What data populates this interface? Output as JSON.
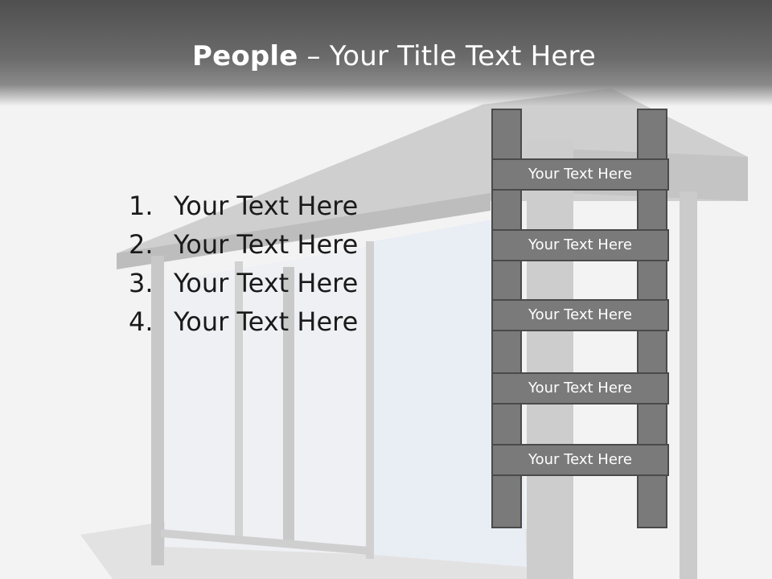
{
  "slide": {
    "title_bold": "People",
    "title_rest": " – Your Title Text Here",
    "list_items": [
      {
        "number": "1.",
        "text": "Your Text Here"
      },
      {
        "number": "2.",
        "text": "Your Text Here"
      },
      {
        "number": "3.",
        "text": "Your Text Here"
      },
      {
        "number": "4.",
        "text": "Your Text Here"
      }
    ],
    "ladder_rungs": [
      "Your Text Here",
      "Your Text Here",
      "Your Text Here",
      "Your Text Here",
      "Your Text Here"
    ]
  },
  "colors": {
    "ladder_fill": "#7a7a7a",
    "ladder_border": "#4a4a4a",
    "title_bar": "#5a5a5a",
    "title_text": "#ffffff"
  }
}
